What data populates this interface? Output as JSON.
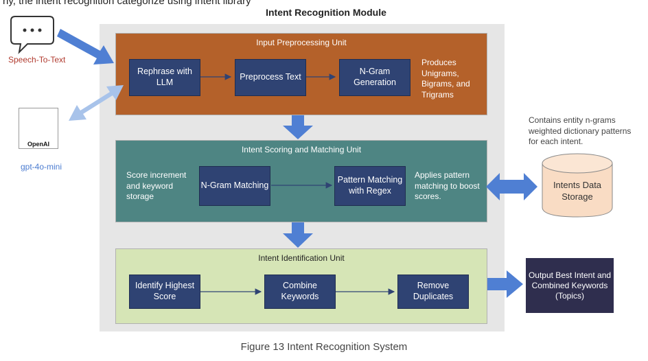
{
  "header_text": "ny, the intent recognition categorize using intent library",
  "module_title": "Intent Recognition Module",
  "speech_to_text": "Speech-To-Text",
  "openai_logo_text": "OpenAI",
  "gpt_label": "gpt-4o-mini",
  "units": {
    "input": {
      "title": "Input Preprocessing Unit",
      "box1": "Rephrase with LLM",
      "box2": "Preprocess Text",
      "box3": "N-Gram Generation",
      "note": "Produces Unigrams, Bigrams, and Trigrams"
    },
    "scoring": {
      "title": "Intent Scoring and Matching Unit",
      "note_left": "Score increment and keyword storage",
      "box1": "N-Gram Matching",
      "box2": "Pattern Matching with Regex",
      "note_right": "Applies pattern matching to boost scores."
    },
    "ident": {
      "title": "Intent Identification Unit",
      "box1": "Identify Highest Score",
      "box2": "Combine Keywords",
      "box3": "Remove Duplicates"
    }
  },
  "storage": {
    "note": "Contains entity n-grams weighted dictionary patterns for each intent.",
    "label": "Intents Data Storage"
  },
  "output": "Output Best Intent and Combined Keywords (Topics)",
  "caption": "Figure 13 Intent Recognition System",
  "colors": {
    "input_unit": "#b4612a",
    "scoring_unit": "#4e8583",
    "ident_unit": "#d6e5b6",
    "process_box": "#2f4373",
    "output_box": "#2f2e4e",
    "arrow_blue": "#4f7fd3",
    "arrow_light": "#a8c3ea",
    "storage_fill": "#f9dcc4"
  }
}
